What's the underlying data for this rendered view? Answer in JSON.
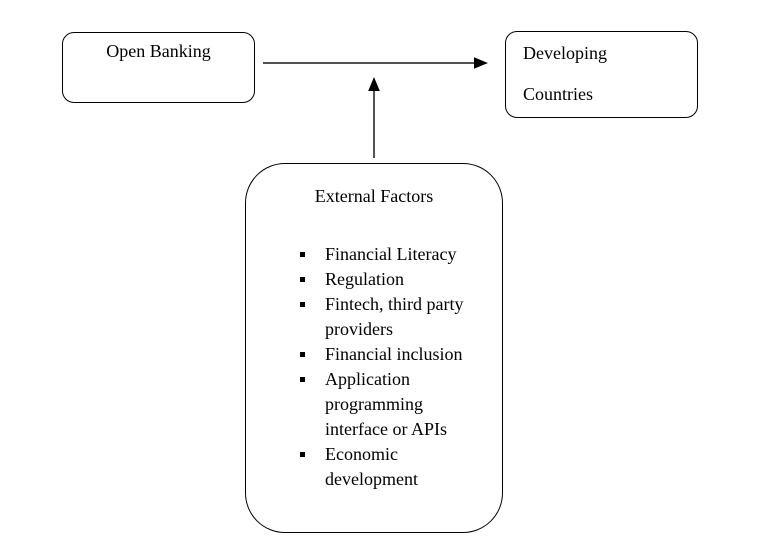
{
  "diagram": {
    "open_banking_box": {
      "label": "Open Banking"
    },
    "developing_countries_box": {
      "lines": [
        "Developing",
        "Countries"
      ]
    },
    "external_factors_box": {
      "title": "External Factors",
      "items": [
        "Financial Literacy",
        "Regulation",
        "Fintech, third party providers",
        "Financial inclusion",
        "Application programming interface or APIs",
        "Economic development"
      ],
      "bullet_style": "square"
    },
    "arrows": [
      "open-banking-to-developing-countries",
      "external-factors-to-relationship"
    ],
    "colors": {
      "line": "#000000",
      "text": "#000000",
      "background": "#ffffff"
    }
  }
}
